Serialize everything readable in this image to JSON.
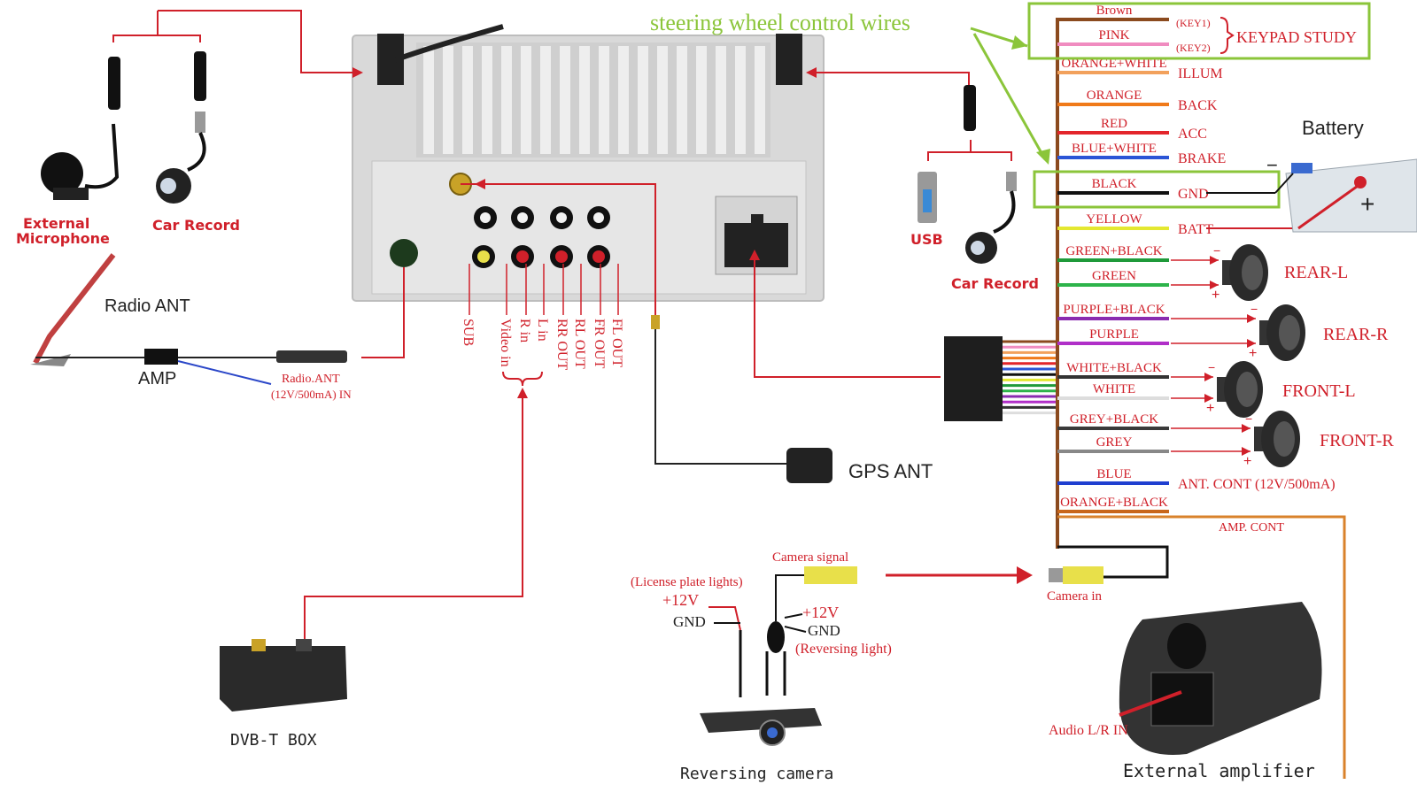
{
  "header": {
    "steering_title": "steering wheel control wires"
  },
  "left": {
    "external_microphone_1": "External",
    "external_microphone_2": "Microphone",
    "car_record": "Car Record",
    "radio_ant": "Radio ANT",
    "amp": "AMP",
    "radio_ant_in_1": "Radio.ANT",
    "radio_ant_in_2": "(12V/500mA) IN"
  },
  "head_unit": {
    "rca_labels": [
      "SUB",
      "Video in",
      "R in",
      "L in",
      "RR OUT",
      "RL OUT",
      "FR OUT",
      "FL OUT"
    ]
  },
  "usb_group": {
    "usb": "USB",
    "car_record": "Car Record"
  },
  "gps": {
    "label": "GPS ANT"
  },
  "dvb": {
    "label": "DVB-T  BOX"
  },
  "camera": {
    "license_plate": "(License plate lights)",
    "plus12v_a": "+12V",
    "gnd_a": "GND",
    "camera_signal": "Camera signal",
    "plus12v_b": "+12V",
    "gnd_b": "GND",
    "reversing_light": "(Reversing light)",
    "reversing_camera": "Reversing  camera",
    "camera_in": "Camera in"
  },
  "amplifier": {
    "audio_in": "Audio L/R IN",
    "label": "External  amplifier",
    "amp_cont": "AMP. CONT"
  },
  "battery": {
    "label": "Battery"
  },
  "keypad": {
    "key1": "(KEY1)",
    "key2": "(KEY2)",
    "study": "KEYPAD  STUDY"
  },
  "wires": [
    {
      "name": "Brown",
      "color": "#8b4a1e",
      "func": ""
    },
    {
      "name": "PINK",
      "color": "#f08cc0",
      "func": ""
    },
    {
      "name": "ORANGE+WHITE",
      "color": "#f2a15c",
      "func": "ILLUM"
    },
    {
      "name": "ORANGE",
      "color": "#f07a1a",
      "func": "BACK"
    },
    {
      "name": "RED",
      "color": "#e3262b",
      "func": "ACC"
    },
    {
      "name": "BLUE+WHITE",
      "color": "#2b55d6",
      "func": "BRAKE"
    },
    {
      "name": "BLACK",
      "color": "#111111",
      "func": "GND"
    },
    {
      "name": "YELLOW",
      "color": "#e4e830",
      "func": "BATT"
    },
    {
      "name": "GREEN+BLACK",
      "color": "#1f9a3a",
      "func": ""
    },
    {
      "name": "GREEN",
      "color": "#2db34a",
      "func": ""
    },
    {
      "name": "PURPLE+BLACK",
      "color": "#8a2bb0",
      "func": ""
    },
    {
      "name": "PURPLE",
      "color": "#b02fc8",
      "func": ""
    },
    {
      "name": "WHITE+BLACK",
      "color": "#333333",
      "func": ""
    },
    {
      "name": "WHITE",
      "color": "#dddddd",
      "func": ""
    },
    {
      "name": "GREY+BLACK",
      "color": "#3a3a3a",
      "func": ""
    },
    {
      "name": "GREY",
      "color": "#888888",
      "func": ""
    },
    {
      "name": "BLUE",
      "color": "#1f3fd0",
      "func": "ANT. CONT (12V/500mA)"
    },
    {
      "name": "ORANGE+BLACK",
      "color": "#c8661a",
      "func": ""
    }
  ],
  "speakers": {
    "rear_l": "REAR-L",
    "rear_r": "REAR-R",
    "front_l": "FRONT-L",
    "front_r": "FRONT-R"
  },
  "colors": {
    "red": "#d0202a",
    "green_label": "#8bc53a",
    "brown": "#8b4a1e",
    "orange_frame": "#d9822b"
  }
}
